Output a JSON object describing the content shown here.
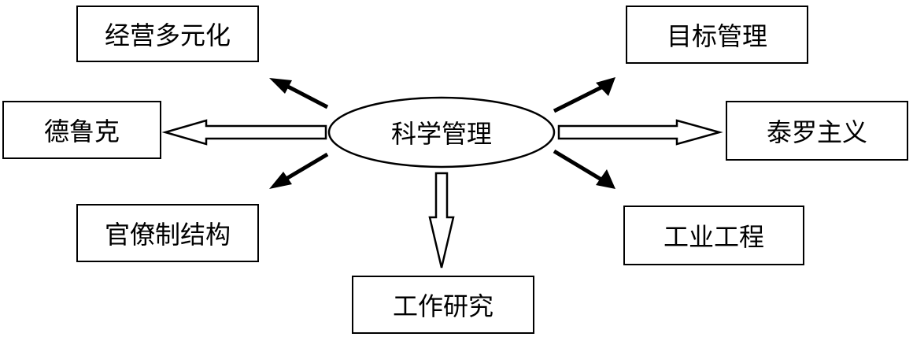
{
  "center": {
    "label": "科学管理"
  },
  "nodes": {
    "diversification": "经营多元化",
    "drucker": "德鲁克",
    "bureaucracy": "官僚制结构",
    "work_study": "工作研究",
    "mbo": "目标管理",
    "taylorism": "泰罗主义",
    "industrial_engineering": "工业工程"
  }
}
